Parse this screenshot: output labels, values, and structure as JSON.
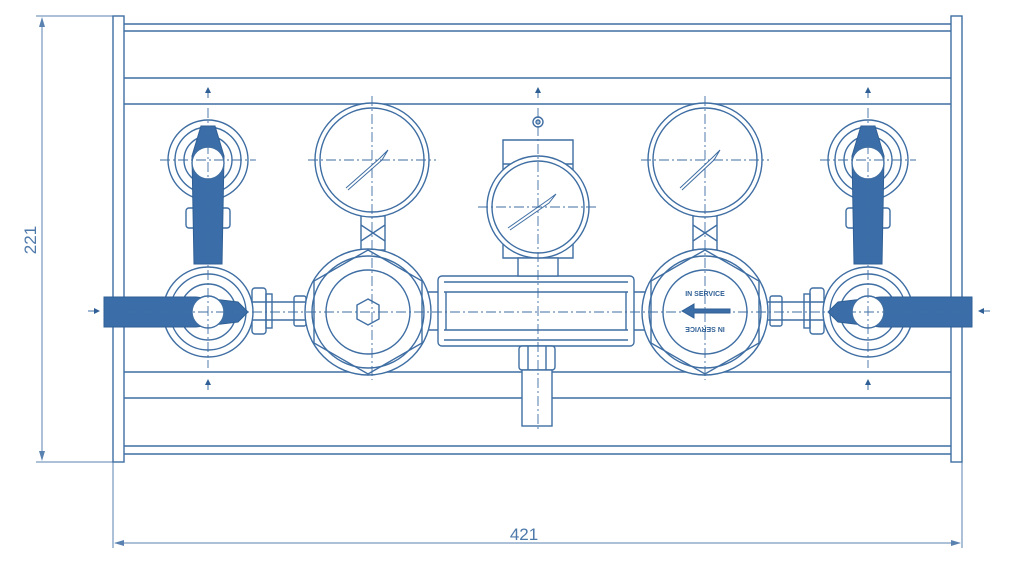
{
  "dimensions": {
    "width_label": "421",
    "height_label": "221"
  },
  "regulator_label": {
    "top": "IN SERVICE",
    "bottom": "IN SERVICE"
  },
  "colors": {
    "line": "#3f6ea3",
    "handle": "#3b6ea8",
    "background": "#ffffff"
  }
}
